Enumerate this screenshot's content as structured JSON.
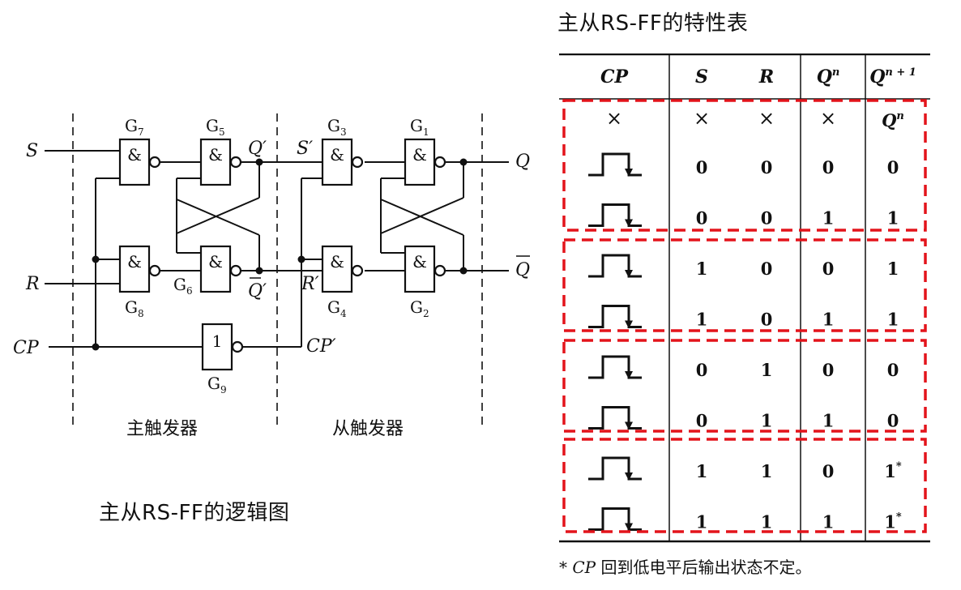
{
  "titles": {
    "table_title": "主从RS-FF的特性表",
    "logic_title": "主从RS-FF的逻辑图"
  },
  "circuit": {
    "inputs": {
      "s": "S",
      "r": "R",
      "cp": "CP"
    },
    "outputs": {
      "q": "Q",
      "qbar": "Q"
    },
    "internal": {
      "q_prime": "Q′",
      "qbar_prime": "Q′",
      "s_prime": "S′",
      "r_prime": "R′",
      "cp_prime": "CP′"
    },
    "gate_symbols": {
      "and": "&",
      "not": "1"
    },
    "gates": [
      {
        "id": "G7",
        "label": "G",
        "sub": "7"
      },
      {
        "id": "G5",
        "label": "G",
        "sub": "5"
      },
      {
        "id": "G3",
        "label": "G",
        "sub": "3"
      },
      {
        "id": "G1",
        "label": "G",
        "sub": "1"
      },
      {
        "id": "G8",
        "label": "G",
        "sub": "8"
      },
      {
        "id": "G6",
        "label": "G",
        "sub": "6"
      },
      {
        "id": "G4",
        "label": "G",
        "sub": "4"
      },
      {
        "id": "G2",
        "label": "G",
        "sub": "2"
      },
      {
        "id": "G9",
        "label": "G",
        "sub": "9"
      }
    ],
    "sections": {
      "master": "主触发器",
      "slave": "从触发器"
    }
  },
  "table": {
    "headers": {
      "cp": "CP",
      "s": "S",
      "r": "R",
      "qn": "Q",
      "qn_sup": "n",
      "qn1": "Q",
      "qn1_sup": "n + 1"
    },
    "first_row": {
      "cp": "×",
      "s": "×",
      "r": "×",
      "qn": "×",
      "qn1": "Q",
      "qn1_sup": "n"
    },
    "rows": [
      {
        "s": "0",
        "r": "0",
        "qn": "0",
        "qn1": "0",
        "mark": ""
      },
      {
        "s": "0",
        "r": "0",
        "qn": "1",
        "qn1": "1",
        "mark": ""
      },
      {
        "s": "1",
        "r": "0",
        "qn": "0",
        "qn1": "1",
        "mark": ""
      },
      {
        "s": "1",
        "r": "0",
        "qn": "1",
        "qn1": "1",
        "mark": ""
      },
      {
        "s": "0",
        "r": "1",
        "qn": "0",
        "qn1": "0",
        "mark": ""
      },
      {
        "s": "0",
        "r": "1",
        "qn": "1",
        "qn1": "0",
        "mark": ""
      },
      {
        "s": "1",
        "r": "1",
        "qn": "0",
        "qn1": "1",
        "mark": "*"
      },
      {
        "s": "1",
        "r": "1",
        "qn": "1",
        "qn1": "1",
        "mark": "*"
      }
    ],
    "group_box_color": "#e3141b"
  },
  "footnote": {
    "star": "* ",
    "cp": "CP",
    "text": " 回到低电平后输出状态不定。"
  }
}
